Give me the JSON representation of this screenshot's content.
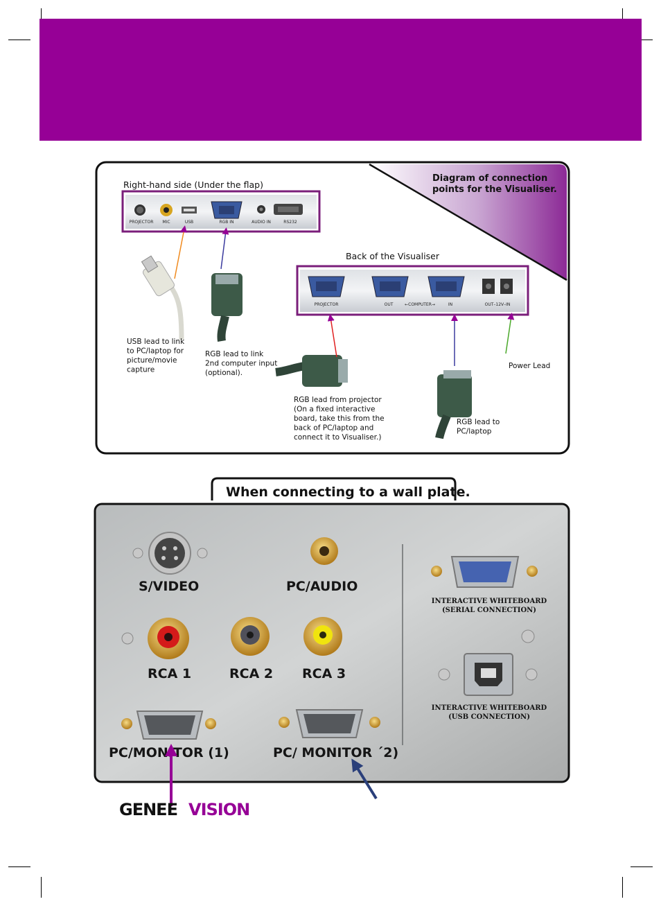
{
  "diagram_note": "Diagram of connection\npoints for the Visualiser.",
  "right_side": {
    "title": "Right-hand side (Under the flap)",
    "ports": [
      "PROJECTOR",
      "MIC",
      "USB",
      "RGB IN",
      "AUDIO IN",
      "RS232"
    ]
  },
  "back": {
    "title": "Back of the Visualiser",
    "ports": [
      "PROJECTOR",
      "OUT",
      "←COMPUTER→",
      "IN",
      "OUT–12V–IN"
    ]
  },
  "leads": {
    "usb": [
      "USB lead to link",
      "to PC/laptop for",
      "picture/movie",
      "capture"
    ],
    "rgb2": [
      "RGB lead to link",
      "2nd computer input",
      "(optional)."
    ],
    "rgb_proj": [
      "RGB lead from projector",
      "(On a fixed interactive",
      "board, take this from the",
      "back of PC/laptop and",
      "connect it to Visualiser.)"
    ],
    "rgb_pc": [
      "RGB lead to",
      "PC/laptop"
    ],
    "power": "Power Lead"
  },
  "wall": {
    "title": "When connecting to a wall plate.",
    "svideo": "S/VIDEO",
    "pcaudio": "PC/AUDIO",
    "rca1": "RCA 1",
    "rca2": "RCA 2",
    "rca3": "RCA 3",
    "mon1": "PC/MONITOR  (1)",
    "mon2": "PC/ MONITOR  ´2)",
    "iwb_serial": [
      "INTERACTIVE WHITEBOARD",
      "(SERIAL CONNECTION)"
    ],
    "iwb_usb": [
      "INTERACTIVE WHITEBOARD",
      "(USB CONNECTION)"
    ]
  },
  "logo": {
    "part1": "GENEE",
    "part2": "VISION"
  },
  "colors": {
    "purple": "#960096",
    "frame": "#7a1e7a",
    "orange": "#f08a1e",
    "blue": "#3a3a9e",
    "red": "#e02020",
    "green": "#4aa82a"
  }
}
